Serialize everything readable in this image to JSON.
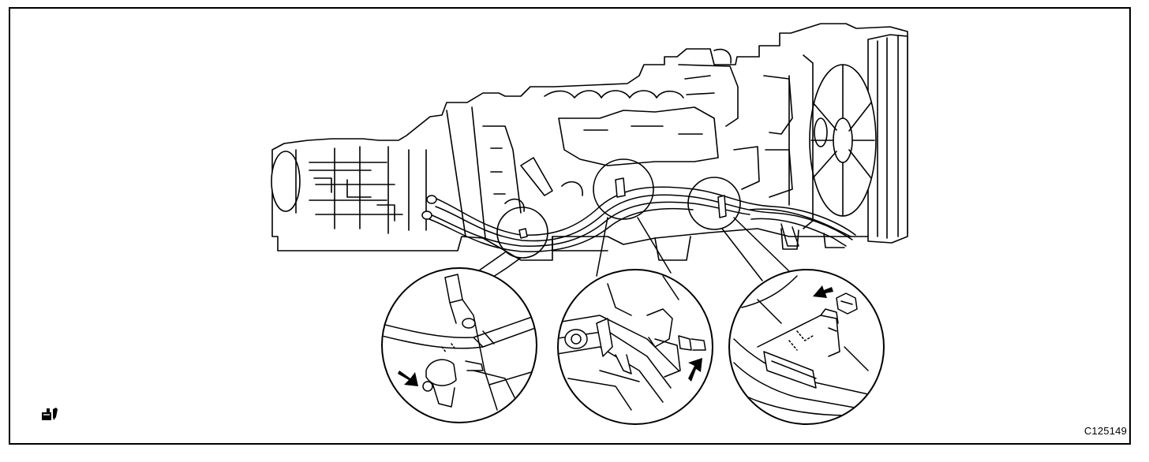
{
  "figure": {
    "code": "C125149",
    "icons": {
      "corner": "wrench-pencil-icon"
    },
    "colors": {
      "line": "#000000",
      "background": "#ffffff"
    },
    "callouts": [
      {
        "id": "clamp-left",
        "arrow_direction": "down-right"
      },
      {
        "id": "clamp-center",
        "arrow_direction": "up-right"
      },
      {
        "id": "clamp-right",
        "arrow_direction": "down-left"
      }
    ]
  }
}
